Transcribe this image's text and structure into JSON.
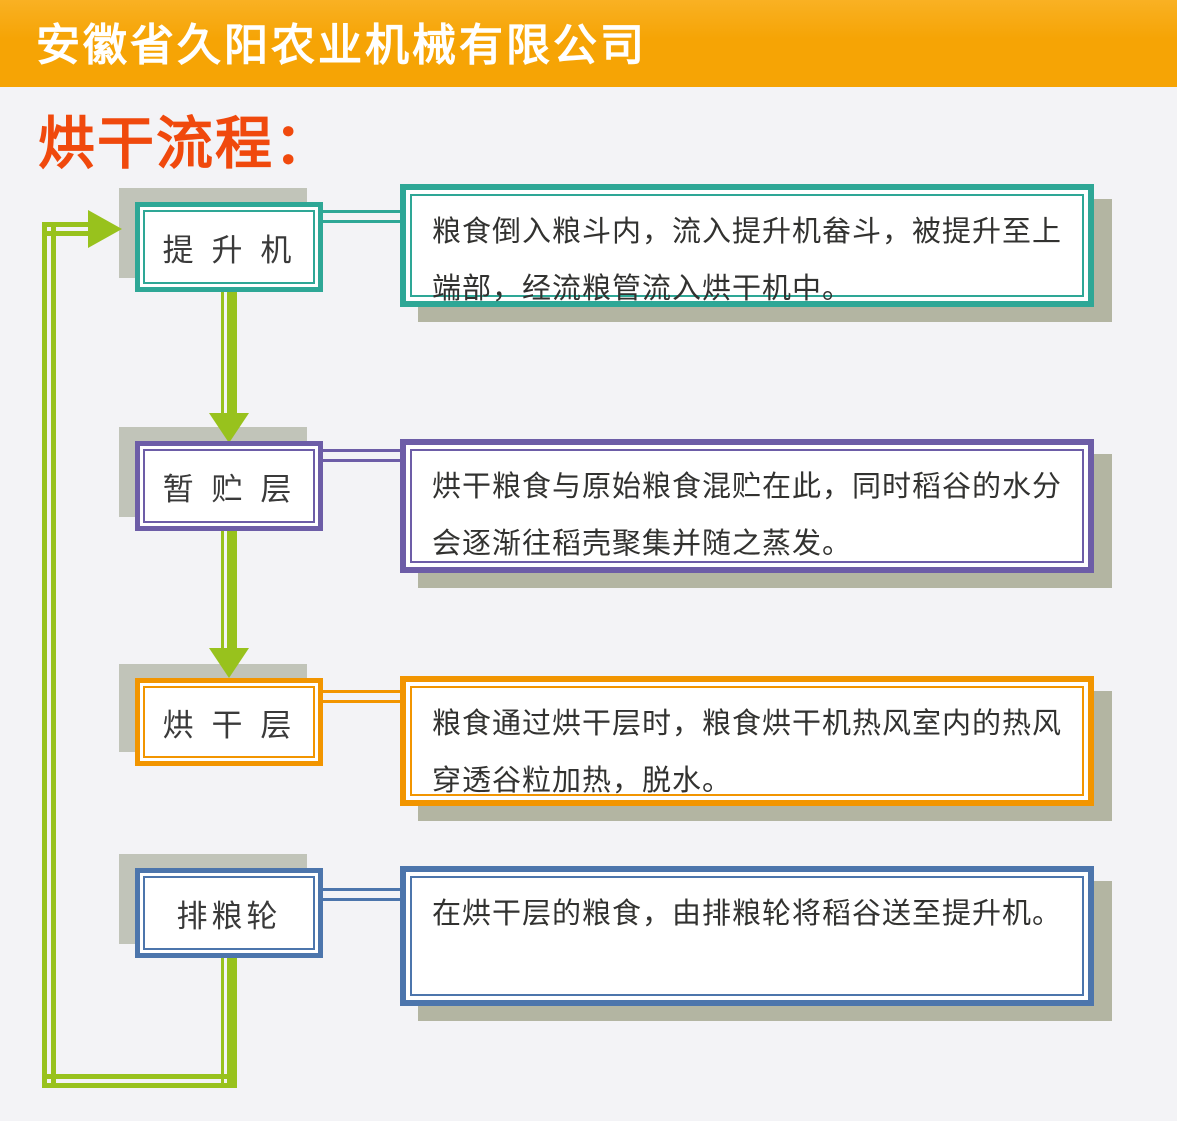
{
  "header": {
    "company_name": "安徽省久阳农业机械有限公司",
    "bg_color": "#f6a405"
  },
  "title": {
    "text": "烘干流程：",
    "color": "#f0490d"
  },
  "flow": {
    "arrow_color": "#98c21d",
    "label_shadow_color": "#c1c4b9",
    "desc_shadow_color": "#b3b5a2",
    "steps": [
      {
        "label": "提 升 机",
        "color": "#2ea796",
        "description": "粮食倒入粮斗内，流入提升机畚斗，被提升至上端部，经流粮管流入烘干机中。"
      },
      {
        "label": "暂 贮 层",
        "color": "#6d5da7",
        "description": "烘干粮食与原始粮食混贮在此，同时稻谷的水分会逐渐往稻壳聚集并随之蒸发。"
      },
      {
        "label": "烘 干 层",
        "color": "#f29500",
        "description": "粮食通过烘干层时，粮食烘干机热风室内的热风穿透谷粒加热，脱水。"
      },
      {
        "label": "排粮轮",
        "color": "#4c75ac",
        "description": "在烘干层的粮食，由排粮轮将稻谷送至提升机。"
      }
    ]
  }
}
